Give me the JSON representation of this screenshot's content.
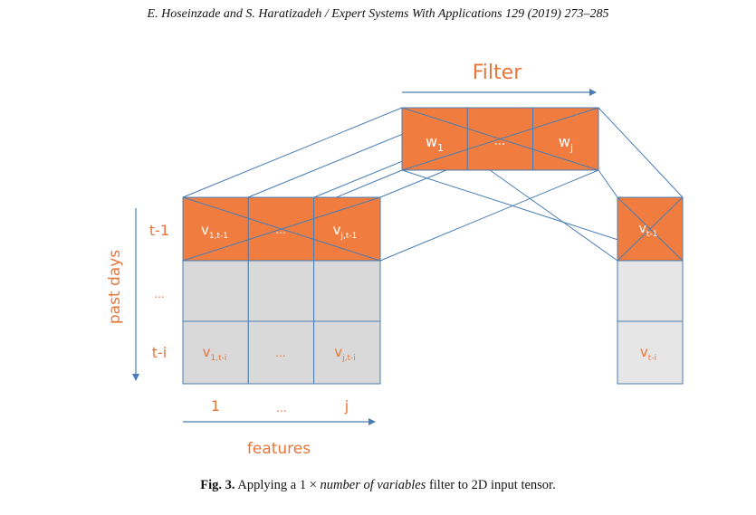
{
  "page": {
    "running_header": "E. Hoseinzade and S. Haratizadeh / Expert Systems With Applications 129 (2019) 273–285"
  },
  "figure": {
    "filter_title": "Filter",
    "filter_cells": [
      {
        "main": "w",
        "sub": "1"
      },
      {
        "main": "...",
        "sub": ""
      },
      {
        "main": "w",
        "sub": "j"
      }
    ],
    "input_rows": [
      {
        "label": "t-1",
        "cells": [
          {
            "main": "v",
            "sub": "1,t-1"
          },
          {
            "main": "...",
            "sub": ""
          },
          {
            "main": "v",
            "sub": "j,t-1"
          }
        ]
      },
      {
        "label": "...",
        "cells": [
          {
            "main": "",
            "sub": ""
          },
          {
            "main": "",
            "sub": ""
          },
          {
            "main": "",
            "sub": ""
          }
        ]
      },
      {
        "label": "t-i",
        "cells": [
          {
            "main": "v",
            "sub": "1,t-i"
          },
          {
            "main": "...",
            "sub": ""
          },
          {
            "main": "v",
            "sub": "j,t-i"
          }
        ]
      }
    ],
    "feature_ticks": [
      "1",
      "...",
      "j"
    ],
    "x_axis_label": "features",
    "y_axis_label": "past days",
    "output_cells": [
      {
        "main": "v",
        "sub": "t-1"
      },
      {
        "main": "",
        "sub": ""
      },
      {
        "main": "v",
        "sub": "t-i"
      }
    ],
    "colors": {
      "orange": "#F07D3F",
      "gray": "#D9D9D9",
      "light_gray": "#E6E6E6",
      "line_blue": "#4A7DB5",
      "orange_text": "#E8763A",
      "white_text": "#FFFFFF"
    }
  },
  "caption": {
    "label": "Fig. 3.",
    "text_before": "Applying a 1 × ",
    "text_italic": "number of variables",
    "text_after": " filter to 2D input tensor."
  }
}
